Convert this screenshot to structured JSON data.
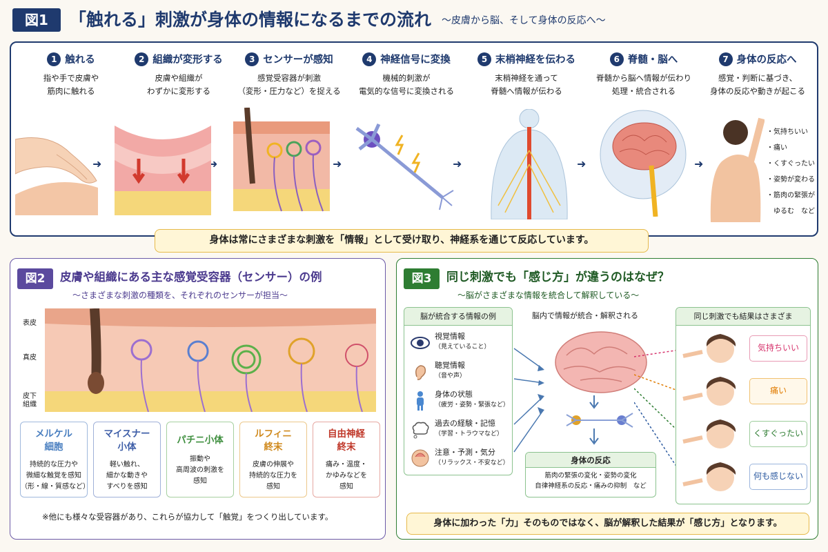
{
  "header": {
    "badge": "図1",
    "title": "「触れる」刺激が身体の情報になるまでの流れ",
    "subtitle": "〜皮膚から脳、そして身体の反応へ〜"
  },
  "steps": [
    {
      "num": "1",
      "title": "触れる",
      "desc": [
        "指や手で皮膚や",
        "筋肉に触れる"
      ]
    },
    {
      "num": "2",
      "title": "組織が変形する",
      "desc": [
        "皮膚や組織が",
        "わずかに変形する"
      ]
    },
    {
      "num": "3",
      "title": "センサーが感知",
      "desc": [
        "感覚受容器が刺激",
        "（変形・圧力など）を捉える"
      ]
    },
    {
      "num": "4",
      "title": "神経信号に変換",
      "desc": [
        "機械的刺激が",
        "電気的な信号に変換される"
      ]
    },
    {
      "num": "5",
      "title": "末梢神経を伝わる",
      "desc": [
        "末梢神経を通って",
        "脊髄へ情報が伝わる"
      ]
    },
    {
      "num": "6",
      "title": "脊髄・脳へ",
      "desc": [
        "脊髄から脳へ情報が伝わり",
        "処理・統合される"
      ]
    },
    {
      "num": "7",
      "title": "身体の反応へ",
      "desc": [
        "感覚・判断に基づき、",
        "身体の反応や動きが起こる"
      ]
    }
  ],
  "reactions": [
    "・気持ちいい",
    "・痛い",
    "・くすぐったい",
    "・姿勢が変わる",
    "・筋肉の緊張が",
    "　ゆるむ　など"
  ],
  "summary1": "身体は常にさまざまな刺激を「情報」として受け取り、神経系を通じて反応しています。",
  "fig2": {
    "badge": "図2",
    "title": "皮膚や組織にある主な感覚受容器（センサー）の例",
    "subtitle": "〜さまざまな刺激の種類を、それぞれのセンサーが担当〜",
    "layers": [
      "表皮",
      "真皮",
      "皮下",
      "組織"
    ],
    "receptors": [
      {
        "name": "メルケル\n細胞",
        "desc": "持続的な圧力や\n微細な触覚を感知\n（形・線・質感など）",
        "color": "#4a7fc0"
      },
      {
        "name": "マイスナー\n小体",
        "desc": "軽い触れ、\n細かな動きや\nすべりを感知",
        "color": "#3f5fa8"
      },
      {
        "name": "パチニ小体",
        "desc": "振動や\n高周波の刺激を\n感知",
        "color": "#3f8f3f"
      },
      {
        "name": "ルフィニ\n終末",
        "desc": "皮膚の伸展や\n持続的な圧力を\n感知",
        "color": "#d08a1e"
      },
      {
        "name": "自由神経\n終末",
        "desc": "痛み・温度・\nかゆみなどを\n感知",
        "color": "#c0392b"
      }
    ],
    "note": "※他にも様々な受容器があり、これらが協力して「触覚」をつくり出しています。"
  },
  "fig3": {
    "badge": "図3",
    "title": "同じ刺激でも「感じ方」が違うのはなぜ？",
    "subtitle": "〜脳がさまざまな情報を統合して解釈している〜",
    "info_header": "脳が統合する情報の例",
    "info": [
      {
        "icon": "eye-icon",
        "label": "視覚情報",
        "sub": "（見えていること）"
      },
      {
        "icon": "ear-icon",
        "label": "聴覚情報",
        "sub": "（音や声）"
      },
      {
        "icon": "body-icon",
        "label": "身体の状態",
        "sub": "（疲労・姿勢・緊張など）"
      },
      {
        "icon": "thought-icon",
        "label": "過去の経験・記憶",
        "sub": "（学習・トラウマなど）"
      },
      {
        "icon": "head-icon",
        "label": "注意・予測・気分",
        "sub": "（リラックス・不安など）"
      }
    ],
    "brain_caption": "脳内で情報が統合・解釈される",
    "body_header": "身体の反応",
    "body_text": [
      "筋肉の緊張の変化・姿勢の変化",
      "自律神経系の反応・痛みの抑制　など"
    ],
    "result_header": "同じ刺激でも結果はさまざま",
    "results": [
      {
        "label": "気持ちいい",
        "color": "#d6336c"
      },
      {
        "label": "痛い",
        "color": "#e07b00"
      },
      {
        "label": "くすぐったい",
        "color": "#2e7d32"
      },
      {
        "label": "何も感じない",
        "color": "#2c5aa0"
      }
    ],
    "summary": "身体に加わった「力」そのものではなく、脳が解釈した結果が「感じ方」となります。"
  }
}
